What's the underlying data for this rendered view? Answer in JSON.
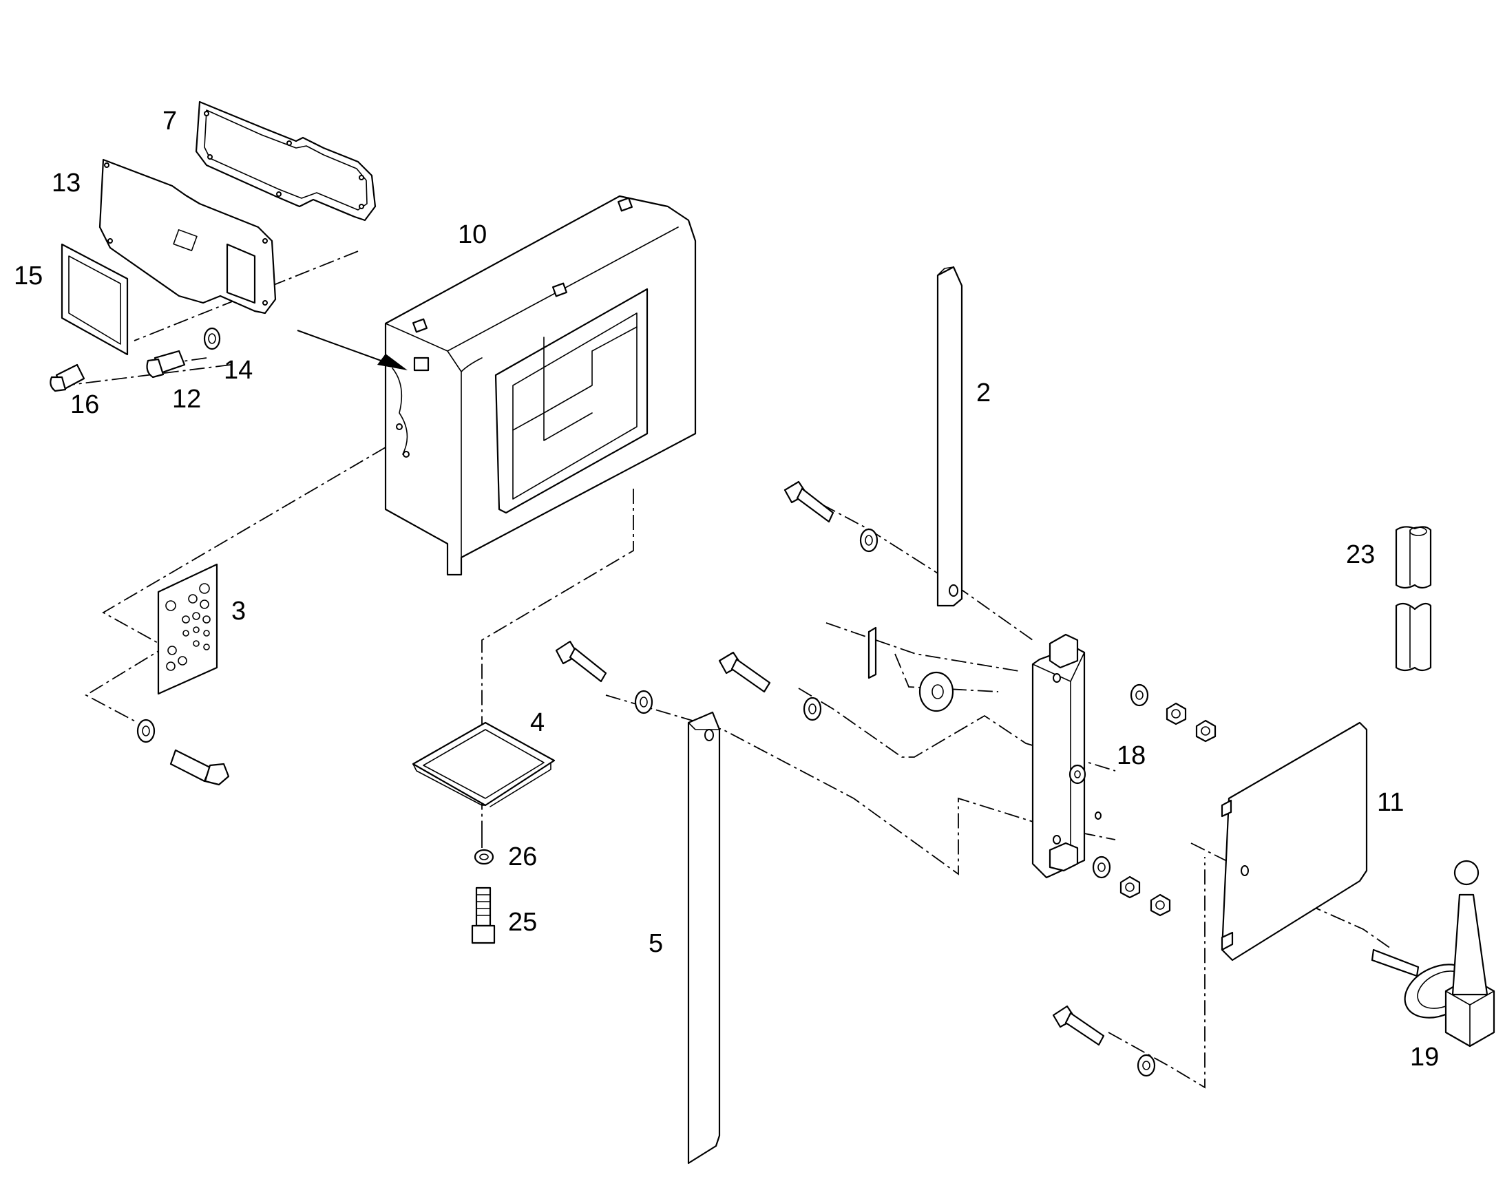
{
  "diagram": {
    "type": "exploded-parts-drawing",
    "callouts": [
      {
        "id": "7",
        "text": "7"
      },
      {
        "id": "13",
        "text": "13"
      },
      {
        "id": "15",
        "text": "15"
      },
      {
        "id": "16",
        "text": "16"
      },
      {
        "id": "12",
        "text": "12"
      },
      {
        "id": "14",
        "text": "14"
      },
      {
        "id": "10",
        "text": "10"
      },
      {
        "id": "2",
        "text": "2"
      },
      {
        "id": "3",
        "text": "3"
      },
      {
        "id": "4",
        "text": "4"
      },
      {
        "id": "26",
        "text": "26"
      },
      {
        "id": "25",
        "text": "25"
      },
      {
        "id": "5",
        "text": "5"
      },
      {
        "id": "18",
        "text": "18"
      },
      {
        "id": "11",
        "text": "11"
      },
      {
        "id": "23",
        "text": "23"
      },
      {
        "id": "19",
        "text": "19"
      }
    ]
  }
}
